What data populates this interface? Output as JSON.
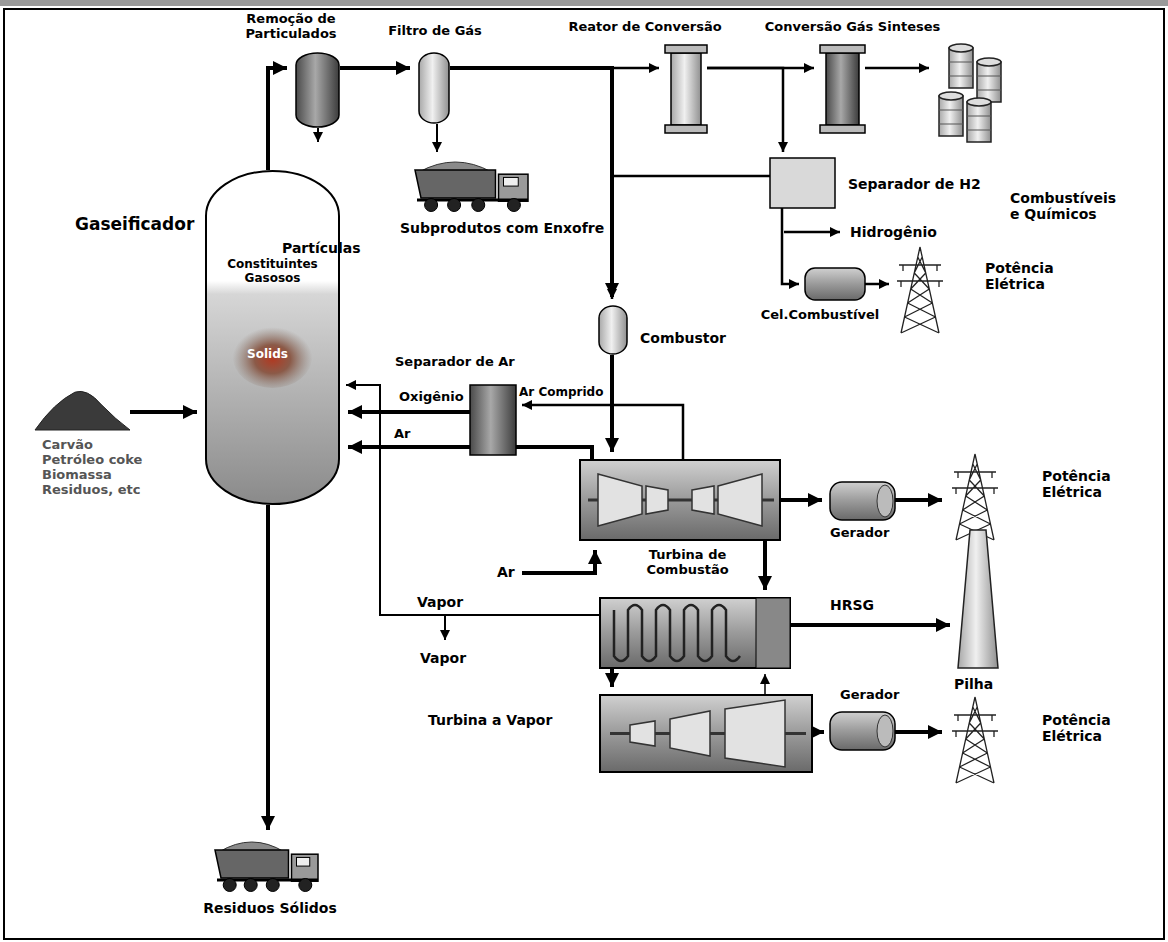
{
  "diagram": {
    "nodes": [
      {
        "text": [
          "Gaseificador",
          "Constituintes Gasosos",
          "Solids"
        ]
      },
      {
        "text": [
          "Carvão Petróleo coke Biomassa Residuos, etc"
        ]
      },
      {
        "text": [
          "Remoção de Particulados"
        ]
      },
      {
        "text": [
          "Filtro de Gás"
        ]
      },
      {
        "text": [
          "Subprodutos com Enxofre"
        ]
      },
      {
        "text": [
          "Reator de Conversão"
        ]
      },
      {
        "text": [
          "Conversão Gás Sinteses"
        ]
      },
      {
        "text": [
          "Combustíveis e Químicos"
        ]
      },
      {
        "text": [
          "Separador de H2"
        ]
      },
      {
        "text": [
          "Cel.Combustível"
        ]
      },
      {
        "text": [
          "Potência Elétrica"
        ]
      },
      {
        "text": [
          "Combustor"
        ]
      },
      {
        "text": [
          "Separador de Ar"
        ]
      },
      {
        "text": [
          "Turbina de Combustão"
        ]
      },
      {
        "text": [
          "Gerador"
        ]
      },
      {
        "text": [
          "Potência Elétrica"
        ]
      },
      {
        "text": [
          "HRSG"
        ]
      },
      {
        "text": [
          "Pilha"
        ]
      },
      {
        "text": [
          "Turbina a Vapor"
        ]
      },
      {
        "text": [
          "Gerador"
        ]
      },
      {
        "text": [
          "Potência Elétrica"
        ]
      },
      {
        "text": [
          "Residuos Sólidos"
        ]
      }
    ],
    "edges": [
      {
        "from": 1,
        "to": 0,
        "arrow": "to"
      },
      {
        "from": 0,
        "to": 2,
        "arrow": "to"
      },
      {
        "from": 2,
        "to": 3,
        "arrow": "to"
      },
      {
        "from": 3,
        "to": 4,
        "arrow": "to"
      },
      {
        "from": 3,
        "to": 5,
        "arrow": "to"
      },
      {
        "from": 5,
        "to": 6,
        "arrow": "to"
      },
      {
        "from": 6,
        "to": 7,
        "arrow": "to"
      },
      {
        "from": 5,
        "to": 8,
        "arrow": "to"
      },
      {
        "from": 8,
        "to": 11,
        "arrow": "to"
      },
      {
        "from": 8,
        "to": 9,
        "arrow": "to"
      },
      {
        "from": 9,
        "to": 10,
        "arrow": "to"
      },
      {
        "from": 3,
        "to": 11,
        "arrow": "to"
      },
      {
        "from": 11,
        "to": 13,
        "arrow": "to"
      },
      {
        "from": 13,
        "to": 12,
        "label": "Ar Comprido",
        "arrow": "to"
      },
      {
        "from": 12,
        "to": 0,
        "label": "Oxigênio",
        "arrow": "to"
      },
      {
        "from": 13,
        "to": 0,
        "label": "Ar",
        "arrow": "to"
      },
      {
        "from": 13,
        "to": 14,
        "arrow": "to"
      },
      {
        "from": 14,
        "to": 15,
        "arrow": "to"
      },
      {
        "from": 13,
        "to": 16,
        "arrow": "to"
      },
      {
        "from": 16,
        "to": 17,
        "arrow": "to"
      },
      {
        "from": 16,
        "to": 0,
        "label": "Vapor",
        "arrow": "to"
      },
      {
        "from": 16,
        "to": 18,
        "arrow": "to"
      },
      {
        "from": 18,
        "to": 16,
        "arrow": "to"
      },
      {
        "from": 18,
        "to": 19,
        "arrow": "to"
      },
      {
        "from": 19,
        "to": 20,
        "arrow": "to"
      },
      {
        "from": 0,
        "to": 21,
        "arrow": "to"
      }
    ],
    "labels": [
      "Partículas",
      "Hidrogênio",
      "Ar",
      "Vapor"
    ]
  }
}
